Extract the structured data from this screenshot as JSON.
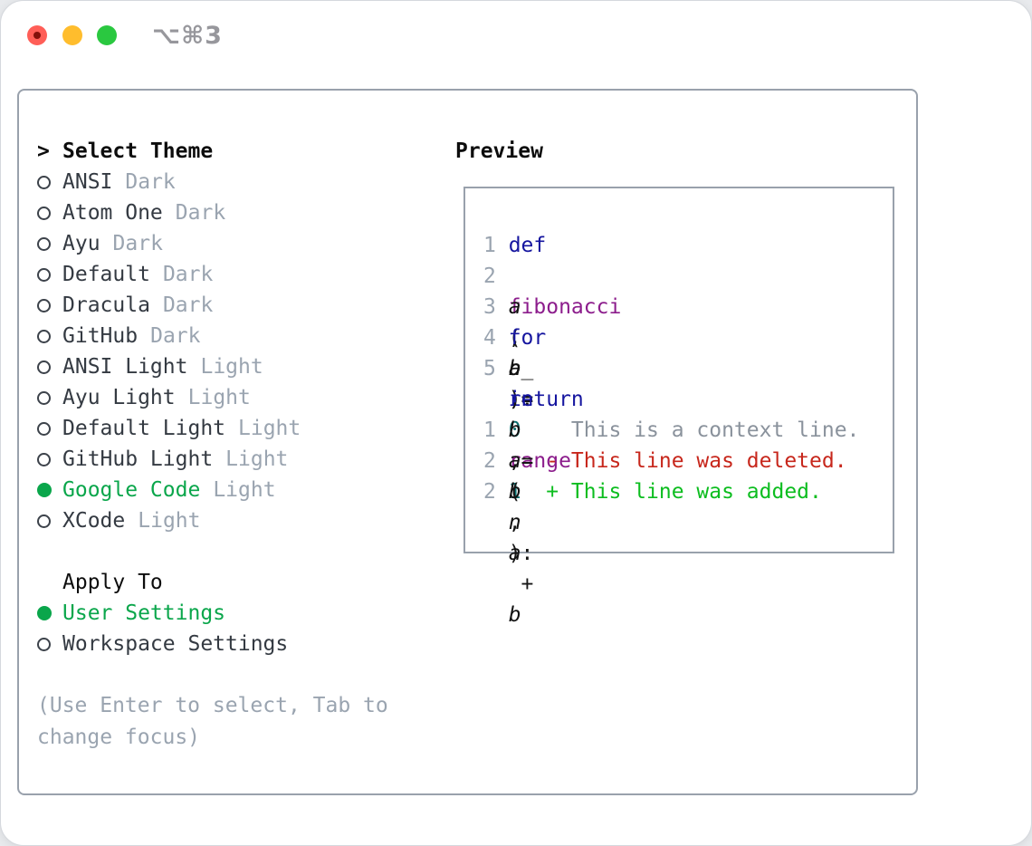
{
  "window": {
    "title": "⌥⌘3"
  },
  "colors": {
    "kw": "#15159f",
    "fn": "#8c1d8c",
    "numlit": "#0a6e6e",
    "plain": "#161616",
    "ln": "#9aa4b0",
    "ctx": "#8a929c",
    "del": "#c7271c",
    "add": "#0cbd1f",
    "accent": "#0aa64b",
    "tag": "#9aa4b0",
    "namecol": "#343a42",
    "border": "#99a1ac",
    "help": "#9aa4b0",
    "titlegray": "#97979c",
    "red": "#ff5e57",
    "reddot": "#82100a",
    "yellow": "#ffbd2d",
    "green": "#2ac840"
  },
  "left": {
    "header_prefix": ">",
    "header": "Select Theme",
    "themes": [
      {
        "name": "ANSI",
        "tag": "Dark",
        "selected": false
      },
      {
        "name": "Atom One",
        "tag": "Dark",
        "selected": false
      },
      {
        "name": "Ayu",
        "tag": "Dark",
        "selected": false
      },
      {
        "name": "Default",
        "tag": "Dark",
        "selected": false
      },
      {
        "name": "Dracula",
        "tag": "Dark",
        "selected": false
      },
      {
        "name": "GitHub",
        "tag": "Dark",
        "selected": false
      },
      {
        "name": "ANSI Light",
        "tag": "Light",
        "selected": false
      },
      {
        "name": "Ayu Light",
        "tag": "Light",
        "selected": false
      },
      {
        "name": "Default Light",
        "tag": "Light",
        "selected": false
      },
      {
        "name": "GitHub Light",
        "tag": "Light",
        "selected": false
      },
      {
        "name": "Google Code",
        "tag": "Light",
        "selected": true
      },
      {
        "name": "XCode",
        "tag": "Light",
        "selected": false
      }
    ],
    "apply_header": "Apply To",
    "apply_options": [
      {
        "name": "User Settings",
        "selected": true
      },
      {
        "name": "Workspace Settings",
        "selected": false
      }
    ],
    "help": "(Use Enter to select, Tab to change focus)"
  },
  "preview": {
    "header": "Preview",
    "lines": [
      {
        "num": "1",
        "tokens": [
          [
            "def",
            "kw"
          ],
          [
            " ",
            "pl"
          ],
          [
            "fibonacci",
            "fn"
          ],
          [
            "(",
            "pl"
          ],
          [
            "n",
            "var"
          ],
          [
            "):",
            "pl"
          ]
        ]
      },
      {
        "num": "2",
        "tokens": [
          [
            "    ",
            "pl"
          ],
          [
            "a",
            "var"
          ],
          [
            ", ",
            "pl"
          ],
          [
            "b",
            "var"
          ],
          [
            " = ",
            "pl"
          ],
          [
            "0",
            "num"
          ],
          [
            ", ",
            "pl"
          ],
          [
            "1",
            "num"
          ]
        ]
      },
      {
        "num": "3",
        "tokens": [
          [
            "    ",
            "pl"
          ],
          [
            "for",
            "kw"
          ],
          [
            " _ ",
            "pl"
          ],
          [
            "in",
            "kw"
          ],
          [
            " ",
            "pl"
          ],
          [
            "range",
            "fn"
          ],
          [
            "(",
            "pl"
          ],
          [
            "n",
            "var"
          ],
          [
            "):",
            "pl"
          ]
        ]
      },
      {
        "num": "4",
        "tokens": [
          [
            "        ",
            "pl"
          ],
          [
            "a",
            "var"
          ],
          [
            ", ",
            "pl"
          ],
          [
            "b",
            "var"
          ],
          [
            " = ",
            "pl"
          ],
          [
            "b",
            "var"
          ],
          [
            ", ",
            "pl"
          ],
          [
            "a",
            "var"
          ],
          [
            " + ",
            "pl"
          ],
          [
            "b",
            "var"
          ]
        ]
      },
      {
        "num": "5",
        "tokens": [
          [
            "    ",
            "pl"
          ],
          [
            "return",
            "kw"
          ],
          [
            " ",
            "pl"
          ],
          [
            "a",
            "var"
          ]
        ]
      },
      {
        "num": "",
        "tokens": []
      },
      {
        "num": "1",
        "tokens": [
          [
            "     This is a context line.",
            "ctx"
          ]
        ]
      },
      {
        "num": "2",
        "tokens": [
          [
            "   - This line was deleted.",
            "del"
          ]
        ]
      },
      {
        "num": "2",
        "tokens": [
          [
            "   + This line was added.",
            "add"
          ]
        ]
      }
    ]
  }
}
